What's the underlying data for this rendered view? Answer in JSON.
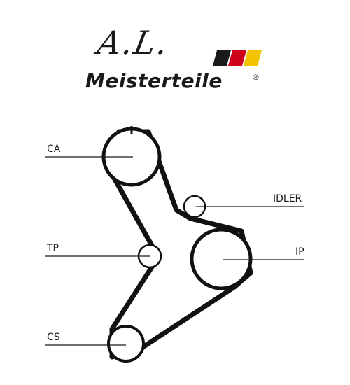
{
  "logo": {
    "script_text": "A.L.",
    "brand_text": "Meisterteile",
    "registered_mark": "®",
    "flag_colors": [
      "#1a1a1a",
      "#d0021b",
      "#f5c400"
    ]
  },
  "labels": {
    "ca": "CA",
    "tp": "TP",
    "cs": "CS",
    "idler": "IDLER",
    "ip": "IP"
  },
  "colors": {
    "belt": "#111111",
    "line": "#1a1a1a"
  }
}
